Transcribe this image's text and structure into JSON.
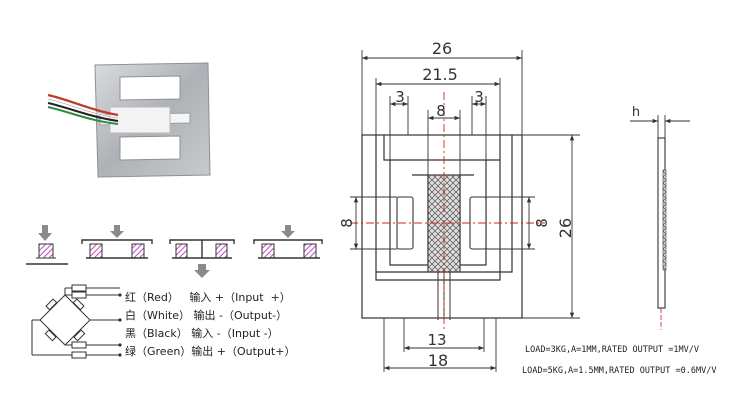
{
  "drawing": {
    "dimensions": {
      "overall_width": "26",
      "inner_width": "21.5",
      "left_slot_width": "3",
      "center_width": "8",
      "right_slot_width": "3",
      "left_slot_height": "8",
      "right_slot_height": "8",
      "overall_height": "26",
      "pin_spacing": "13",
      "base_width": "18",
      "thickness_symbol": "h"
    }
  },
  "wiring": {
    "rows": [
      "红（Red）   输入 +（Input  +）",
      "白（White） 输出 -（Output-）",
      "黑（Black） 输入 -（Input -）",
      "绿（Green）输出 +（Output+）"
    ]
  },
  "specs": [
    "LOAD=3KG,A=1MM,RATED OUTPUT =1MV/V",
    "LOAD=5KG,A=1.5MM,RATED OUTPUT =0.6MV/V"
  ],
  "colors": {
    "line": "#333333",
    "centerline": "#cc2222",
    "sensor_fill": "#c8c8c8",
    "strain_gauge": "#c04bc0",
    "photo_metal": "#b9bcc0",
    "wire_red": "#c0392b",
    "arrow": "#8a8a8a"
  }
}
